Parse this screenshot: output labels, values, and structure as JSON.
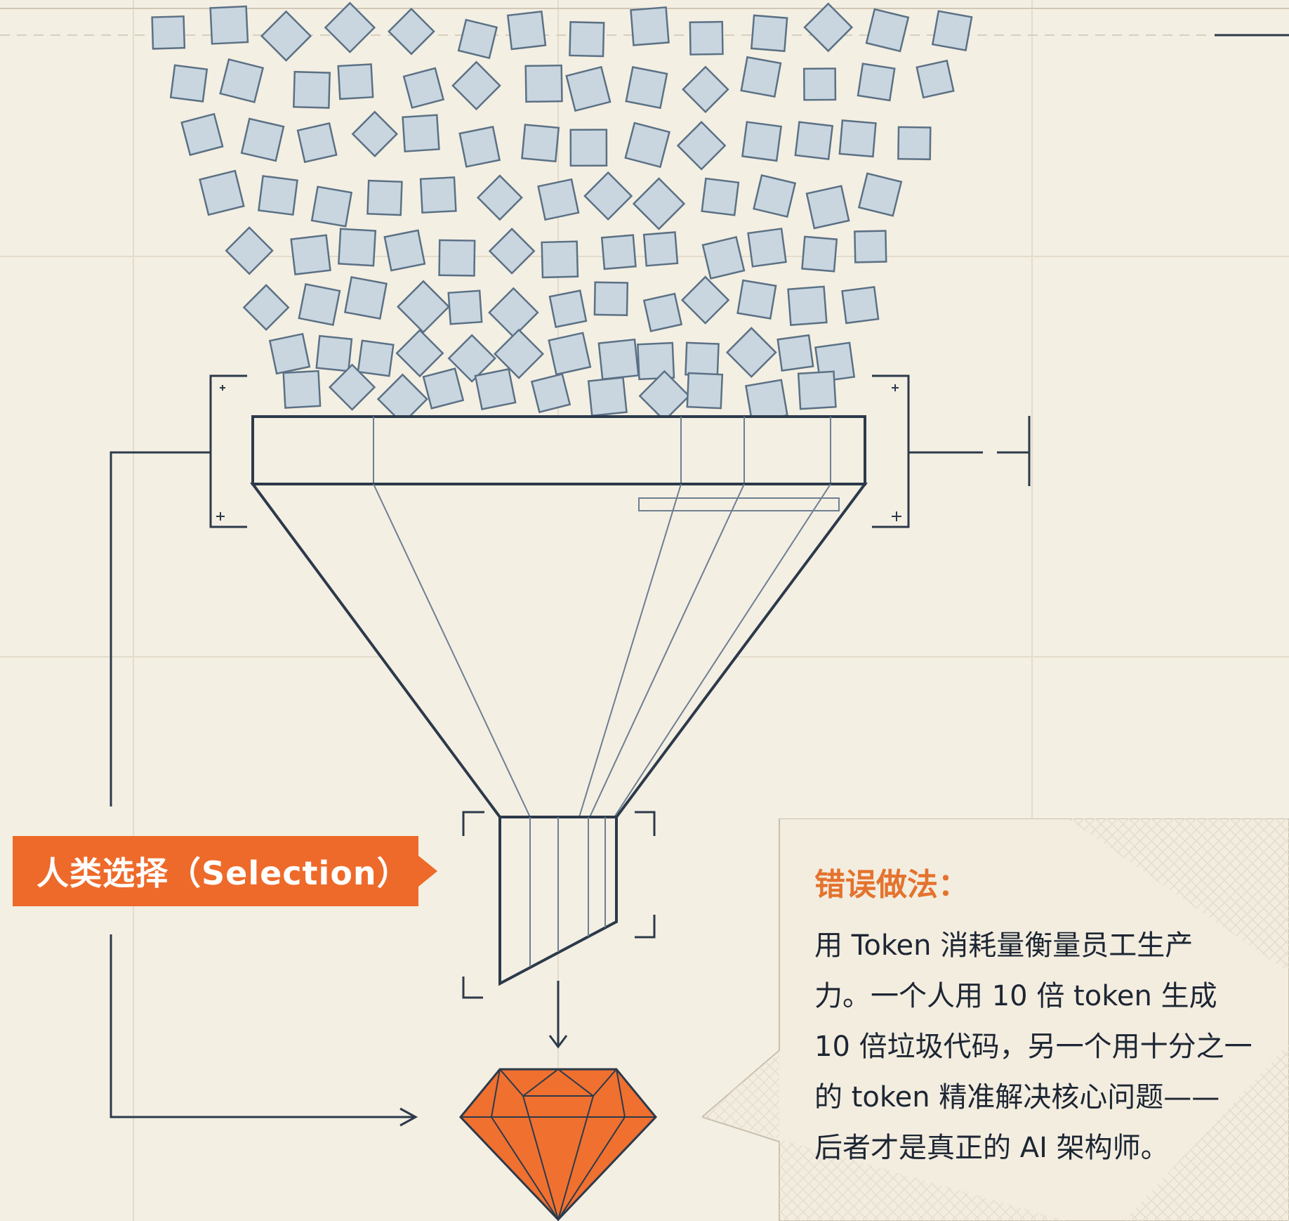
{
  "selection_label": "人类选择（Selection）",
  "wrong_practice": {
    "title": "错误做法：",
    "body_lines": [
      "用 Token 消耗量衡量员工生产",
      "力。一个人用 10 倍 token 生成",
      "10 倍垃圾代码，另一个用十分之一",
      "的 token 精准解决核心问题——",
      "后者才是真正的 AI 架构师。"
    ]
  },
  "colors": {
    "background": "#f4efe3",
    "grid": "#e6dfcf",
    "ink": "#2c3a4a",
    "token_fill": "#c9d6e0",
    "token_stroke": "#5b7185",
    "accent": "#ee6a2a",
    "diamond": "#f07030",
    "callout_bg": "#f3ede0",
    "callout_title": "#e4732e"
  },
  "icons": [
    "token-square-icon",
    "funnel-icon",
    "diamond-icon",
    "arrow-icon"
  ]
}
